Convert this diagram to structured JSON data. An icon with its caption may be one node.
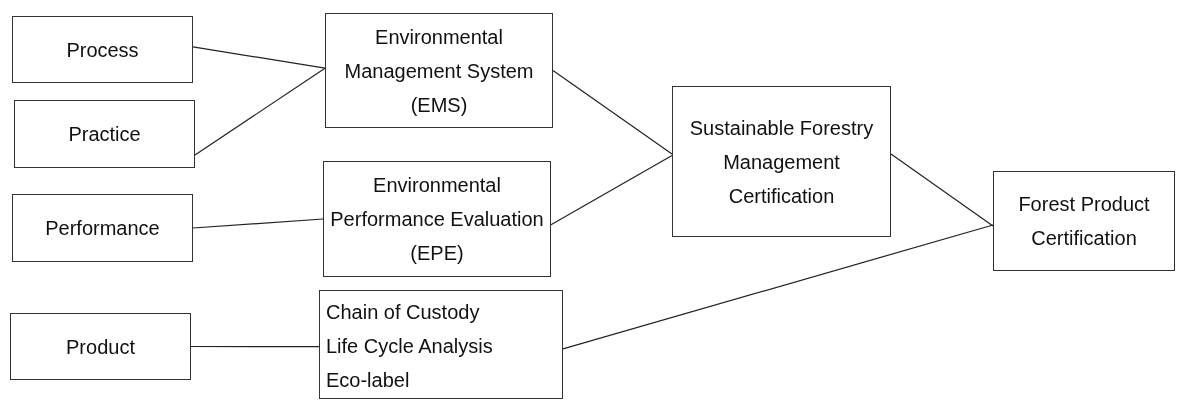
{
  "diagram": {
    "nodes": [
      {
        "text": [
          "Process"
        ]
      },
      {
        "text": [
          "Practice"
        ]
      },
      {
        "text": [
          "Performance"
        ]
      },
      {
        "text": [
          "Product"
        ]
      },
      {
        "text": [
          "Environmental Management System (EMS)"
        ]
      },
      {
        "text": [
          "Environmental Performance Evaluation (EPE)"
        ]
      },
      {
        "text": [
          "Chain of Custody",
          "Life Cycle Analysis",
          "Eco-label"
        ]
      },
      {
        "text": [
          "Sustainable Forestry Management Certification"
        ]
      },
      {
        "text": [
          "Forest Product Certification"
        ]
      }
    ],
    "edges": [
      {
        "from": 0,
        "to": 4,
        "arrow": "none"
      },
      {
        "from": 1,
        "to": 4,
        "arrow": "none"
      },
      {
        "from": 2,
        "to": 5,
        "arrow": "none"
      },
      {
        "from": 3,
        "to": 6,
        "arrow": "none"
      },
      {
        "from": 4,
        "to": 7,
        "arrow": "none"
      },
      {
        "from": 5,
        "to": 7,
        "arrow": "none"
      },
      {
        "from": 7,
        "to": 8,
        "arrow": "none"
      },
      {
        "from": 6,
        "to": 8,
        "arrow": "none"
      }
    ]
  }
}
